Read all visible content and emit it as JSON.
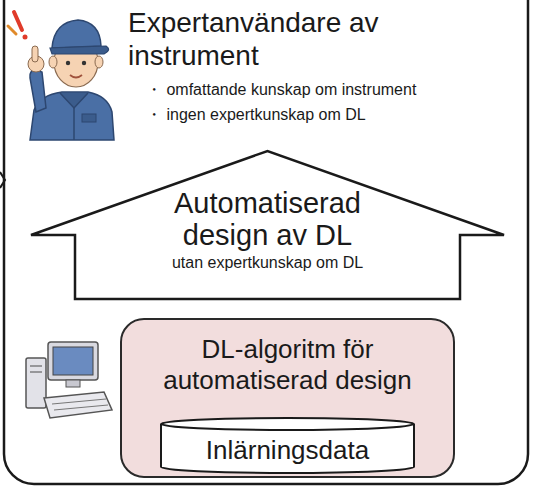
{
  "diagram": {
    "nodes": [
      {
        "text": [
          "Expertanvändare av instrument",
          "・ omfattande kunskap om instrument",
          "・ ingen expertkunskap om DL"
        ]
      },
      {
        "text": [
          "Automatiserad design av DL",
          "utan expertkunskap om DL"
        ]
      },
      {
        "text": [
          "DL-algoritm för automatiserad design"
        ]
      },
      {
        "text": [
          "Inlärningsdata"
        ],
        "in": 2
      }
    ]
  }
}
